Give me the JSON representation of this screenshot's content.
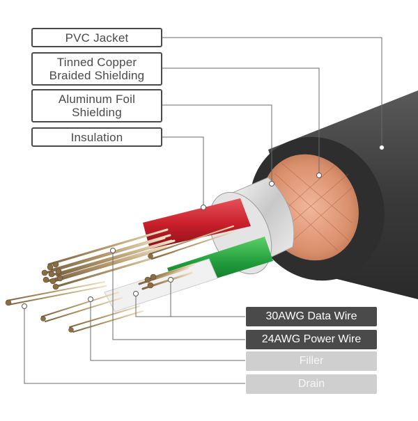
{
  "labels_left": [
    {
      "id": "pvc",
      "lines": [
        "PVC Jacket"
      ]
    },
    {
      "id": "braid",
      "lines": [
        "Tinned Copper",
        "Braided Shielding"
      ]
    },
    {
      "id": "foil",
      "lines": [
        "Aluminum Foil",
        "Shielding"
      ]
    },
    {
      "id": "insul",
      "lines": [
        "Insulation"
      ]
    }
  ],
  "labels_right": [
    {
      "id": "data",
      "text": "30AWG Data Wire",
      "style": "dark"
    },
    {
      "id": "power",
      "text": "24AWG Power Wire",
      "style": "dark"
    },
    {
      "id": "filler",
      "text": "Filler",
      "style": "light"
    },
    {
      "id": "drain",
      "text": "Drain",
      "style": "light"
    }
  ],
  "colors": {
    "label_dark": "#4a4a4a",
    "label_light": "#cfcfcf",
    "jacket": "#3b3b3b",
    "copper_braid": "#d98f6c",
    "foil": "#d9d9d9",
    "red_insulation": "#c9202b",
    "green_insulation": "#1f9a3a",
    "white_insulation": "#eeeeee",
    "strand": "#b59a6c"
  }
}
